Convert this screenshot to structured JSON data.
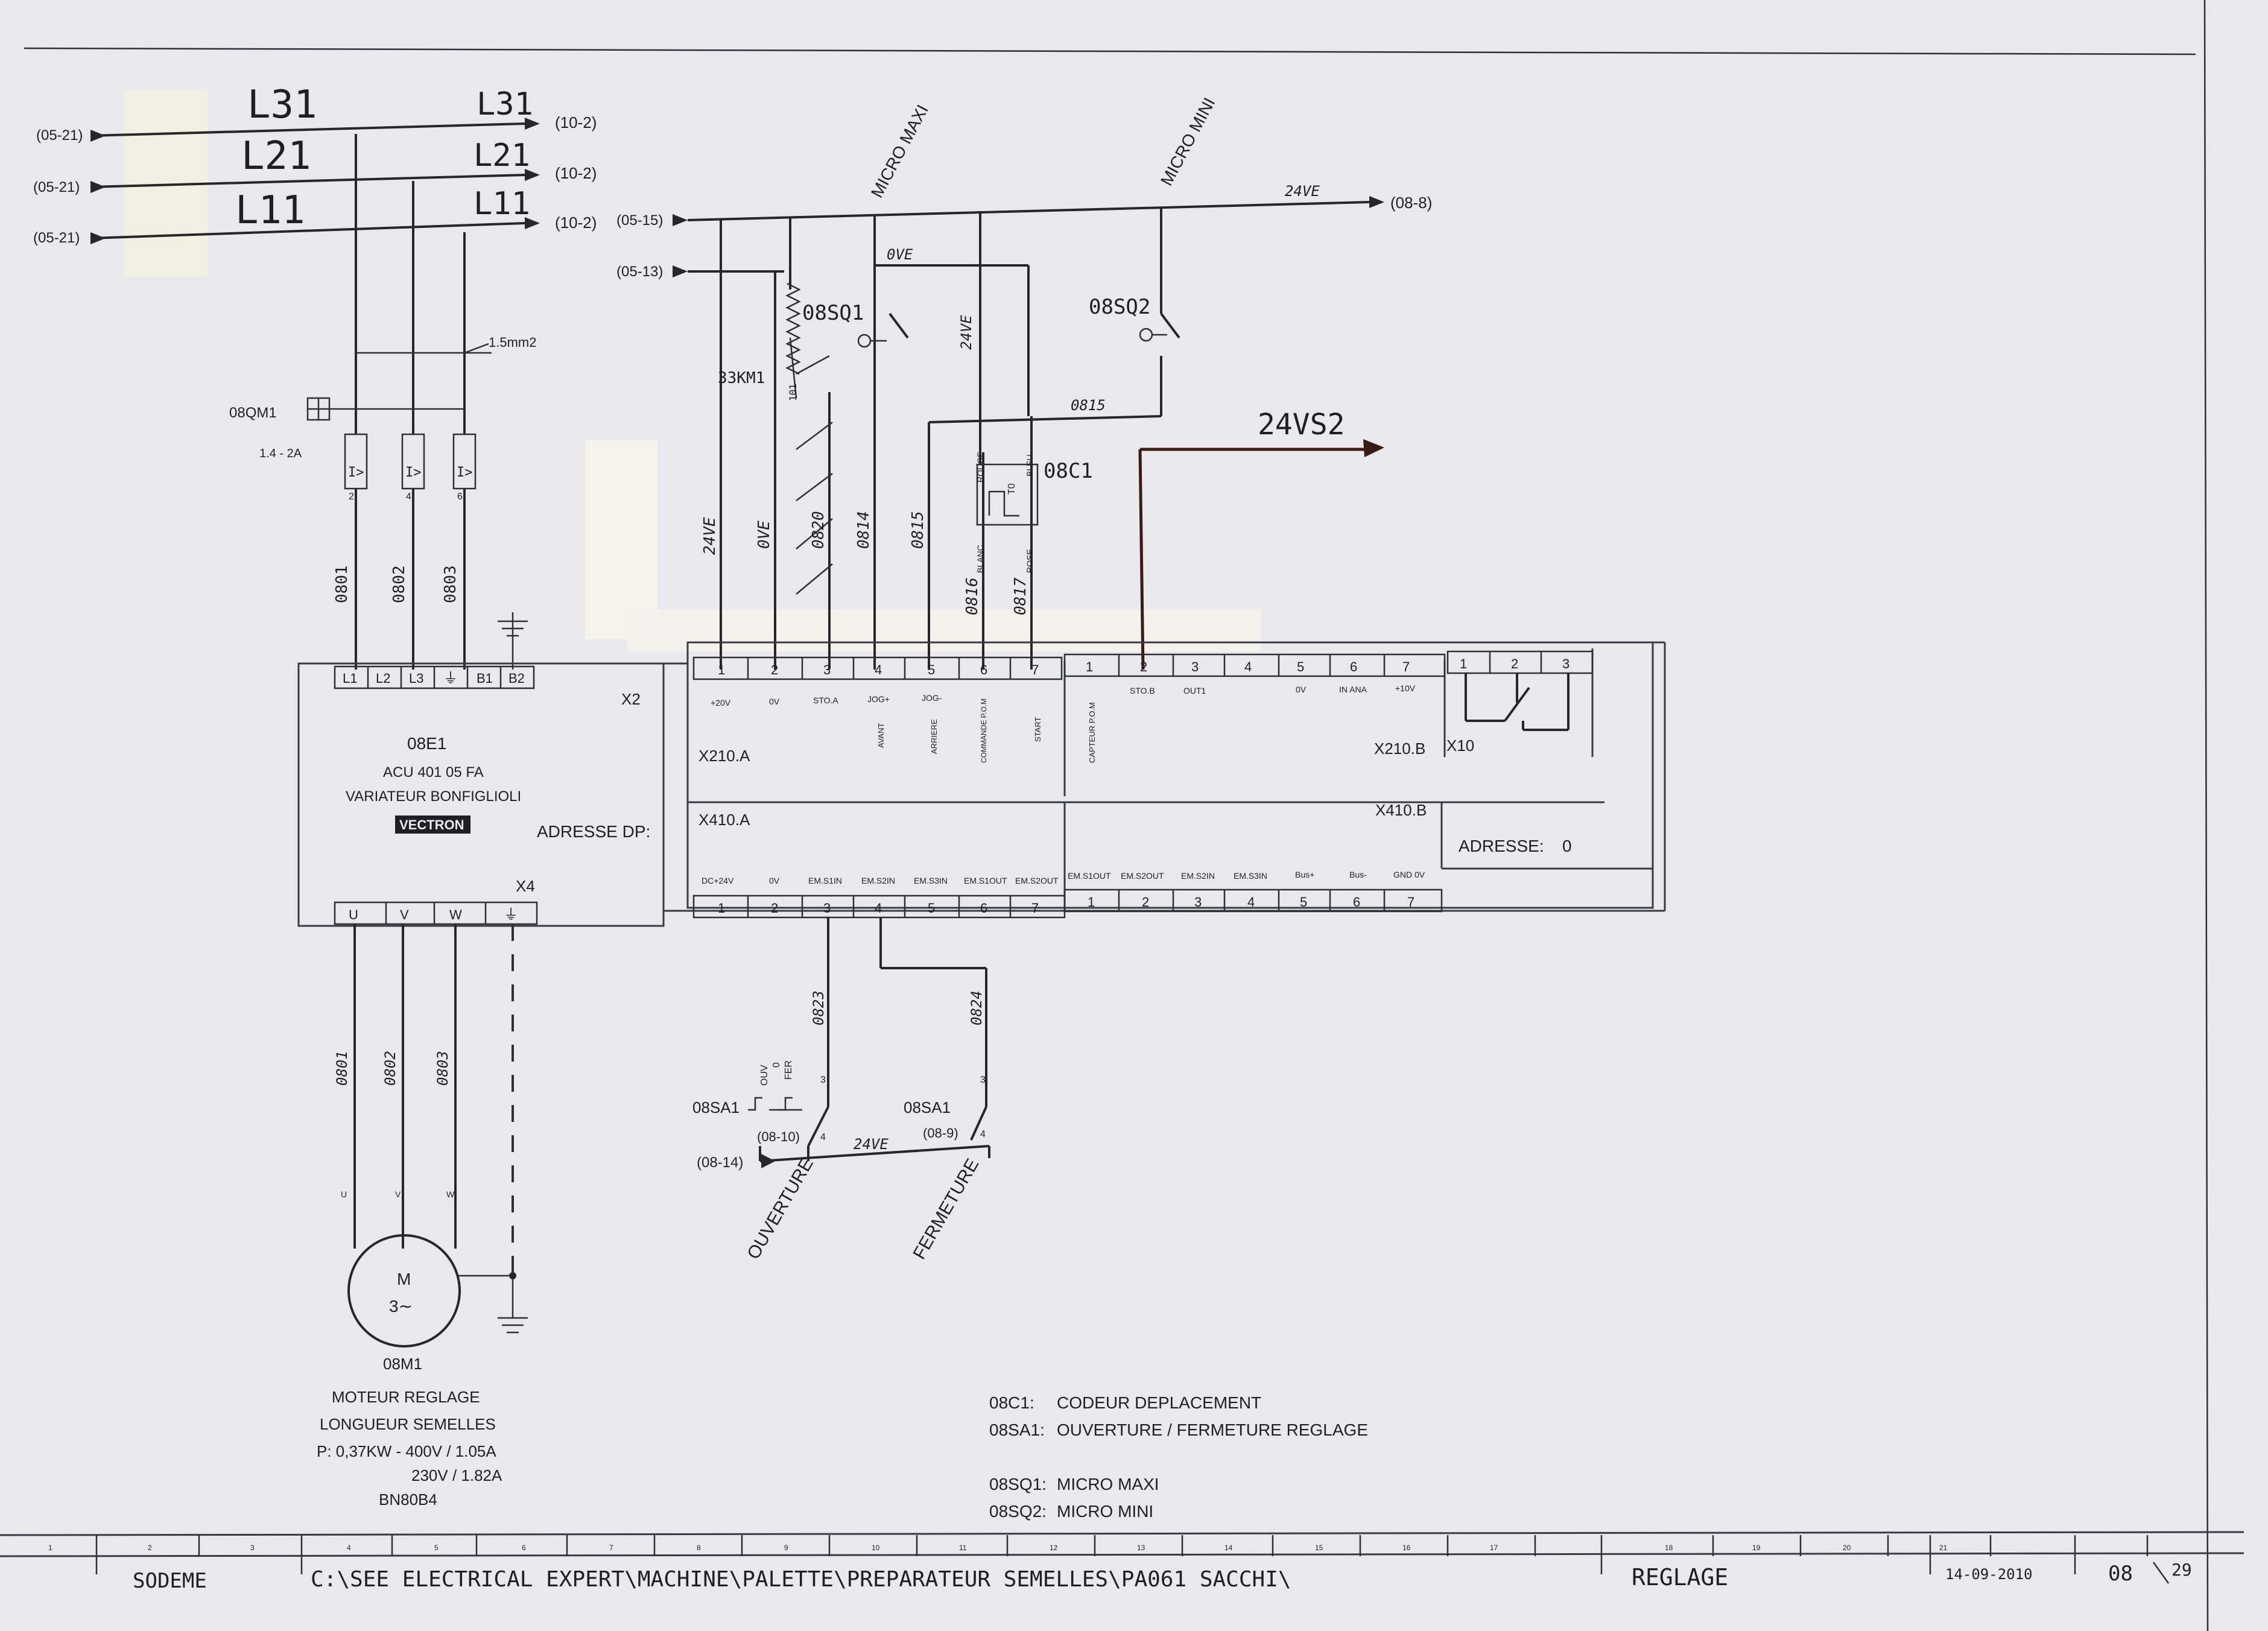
{
  "power": {
    "l31_hw": "L31",
    "l21_hw": "L21",
    "l11_hw": "L11",
    "l31_hw2": "L31",
    "l21_hw2": "L21",
    "l11_hw2": "L11",
    "l31_src": "(05-21)",
    "l21_src": "(05-21)",
    "l11_src": "(05-21)",
    "l31_dst": "(10-2)",
    "l21_dst": "(10-2)",
    "l11_dst": "(10-2)",
    "wire_size": "1.5mm2"
  },
  "breaker": {
    "id": "08QM1",
    "rating": "1.4 - 2A",
    "t1": "2",
    "t2": "4",
    "t3": "6"
  },
  "control": {
    "src1": "(05-15)",
    "src2": "(05-13)",
    "dst": "(08-8)",
    "v24": "24VE",
    "micro_maxi": "MICRO MAXI",
    "micro_mini": "MICRO MINI",
    "sq1": "08SQ1",
    "sq2": "08SQ2",
    "km": "33KM1",
    "km_n": "101",
    "w_0ve": "0VE",
    "w_24ve_v": "24VE",
    "w_0815": "0815",
    "arrow_label": "24VS2"
  },
  "encoder": {
    "id": "08C1",
    "rouge": "ROUGE",
    "bleu": "BLEU",
    "blanc": "BLANC",
    "rose": "ROSE",
    "to": "T0"
  },
  "wires_top": [
    "24VE",
    "0VE",
    "0820",
    "0814",
    "0815",
    "0816",
    "0817"
  ],
  "wires_motor_supply": [
    "0801",
    "0802",
    "0803"
  ],
  "wires_motor_out": [
    "0801",
    "0802",
    "0803"
  ],
  "drive": {
    "id": "08E1",
    "model": "ACU 401 05 FA",
    "desc": "VARIATEUR BONFIGLIOLI",
    "brand": "VECTRON",
    "addr_dp": "ADRESSE DP:",
    "x2": "X2",
    "x4": "X4",
    "x2_terms": [
      "L1",
      "L2",
      "L3",
      "⏚",
      "B1",
      "B2"
    ],
    "x4_terms": [
      "U",
      "V",
      "W",
      "⏚"
    ]
  },
  "x210a": {
    "name": "X210.A",
    "nums": [
      "1",
      "2",
      "3",
      "4",
      "5",
      "6",
      "7"
    ],
    "sig1": [
      "+20V",
      "0V",
      "STO.A",
      "JOG+",
      "JOG-",
      "",
      ""
    ],
    "sig2": [
      "",
      "",
      "",
      "AVANT",
      "ARRIERE",
      "COMMANDE P.O.M",
      "START"
    ]
  },
  "x210b": {
    "name": "X210.B",
    "nums": [
      "1",
      "2",
      "3",
      "4",
      "5",
      "6",
      "7"
    ],
    "sig1": [
      "",
      "STO.B",
      "OUT1",
      "",
      "0V",
      "IN ANA",
      "+10V"
    ],
    "sig2": [
      "CAPTEUR P.O.M",
      "",
      "",
      "",
      "",
      "",
      ""
    ]
  },
  "x10": {
    "name": "X10",
    "nums": [
      "1",
      "2",
      "3"
    ]
  },
  "x410a": {
    "name": "X410.A",
    "nums": [
      "1",
      "2",
      "3",
      "4",
      "5",
      "6",
      "7"
    ],
    "sig": [
      "DC+24V",
      "0V",
      "EM.S1IN",
      "EM.S2IN",
      "EM.S3IN",
      "EM.S1OUT",
      "EM.S2OUT"
    ]
  },
  "x410b": {
    "name": "X410.B",
    "nums": [
      "1",
      "2",
      "3",
      "4",
      "5",
      "6",
      "7"
    ],
    "sig": [
      "EM.S1OUT",
      "EM.S2OUT",
      "EM.S2IN",
      "EM.S3IN",
      "Bus+",
      "Bus-",
      "GND 0V"
    ],
    "addr_label": "ADRESSE:",
    "addr_value": "0"
  },
  "selector": {
    "w_0823": "0823",
    "w_0824": "0824",
    "id_left": "08SA1",
    "id_right": "08SA1",
    "ref_left": "(08-10)",
    "ref_right": "(08-9)",
    "ouv": "OUV",
    "zero": "0",
    "fer": "FER",
    "src": "(08-14)",
    "v24": "24VE",
    "t3a": "3",
    "t4a": "4",
    "t3b": "3",
    "t4b": "4",
    "ouverture": "OUVERTURE",
    "fermeture": "FERMETURE"
  },
  "motor": {
    "m": "M",
    "phase": "3∼",
    "u": "U",
    "v": "V",
    "w": "W",
    "id": "08M1",
    "l1": "MOTEUR REGLAGE",
    "l2": "LONGUEUR SEMELLES",
    "l3": "P: 0,37KW - 400V / 1.05A",
    "l4": "230V / 1.82A",
    "l5": "BN80B4"
  },
  "legend": [
    {
      "id": "08C1:",
      "text": "CODEUR DEPLACEMENT"
    },
    {
      "id": "08SA1:",
      "text": "OUVERTURE / FERMETURE REGLAGE"
    },
    {
      "id": "08SQ1:",
      "text": "MICRO MAXI"
    },
    {
      "id": "08SQ2:",
      "text": "MICRO MINI"
    }
  ],
  "titleblock": {
    "company": "SODEME",
    "path": "C:\\SEE ELECTRICAL EXPERT\\MACHINE\\PALETTE\\PREPARATEUR SEMELLES\\PA061 SACCHI\\",
    "title": "REGLAGE",
    "date": "14-09-2010",
    "page": "08",
    "pages": "29",
    "cols": [
      "1",
      "2",
      "3",
      "4",
      "5",
      "6",
      "7",
      "8",
      "9",
      "10",
      "11",
      "12",
      "13",
      "14",
      "15",
      "16",
      "17",
      "18",
      "19",
      "20",
      "21"
    ]
  }
}
